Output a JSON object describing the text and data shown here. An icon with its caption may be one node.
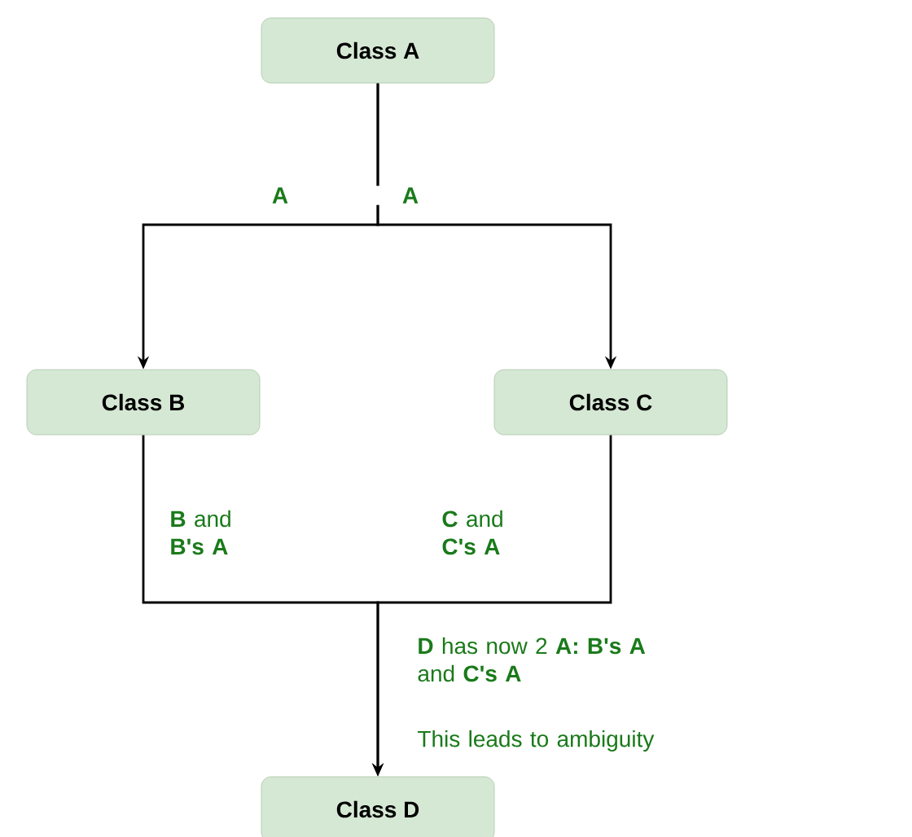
{
  "diagram": {
    "nodes": [
      {
        "text": [
          "Class A"
        ]
      },
      {
        "text": [
          "Class B"
        ]
      },
      {
        "text": [
          "Class C"
        ]
      },
      {
        "text": [
          "Class D"
        ]
      }
    ],
    "edges": [
      {
        "from": 0,
        "to": 1,
        "arrow": "to",
        "label": "**A**"
      },
      {
        "from": 0,
        "to": 2,
        "arrow": "to",
        "label": "**A**"
      },
      {
        "from": 1,
        "to": 3,
        "arrow": "to",
        "label": "**B** and **B's A**"
      },
      {
        "from": 2,
        "to": 3,
        "arrow": "to",
        "label": "**C** and **C's A**"
      }
    ],
    "labels": [
      "**D** has now 2 **A:** **B's A** and **C's A**",
      "This leads to ambiguity"
    ]
  }
}
